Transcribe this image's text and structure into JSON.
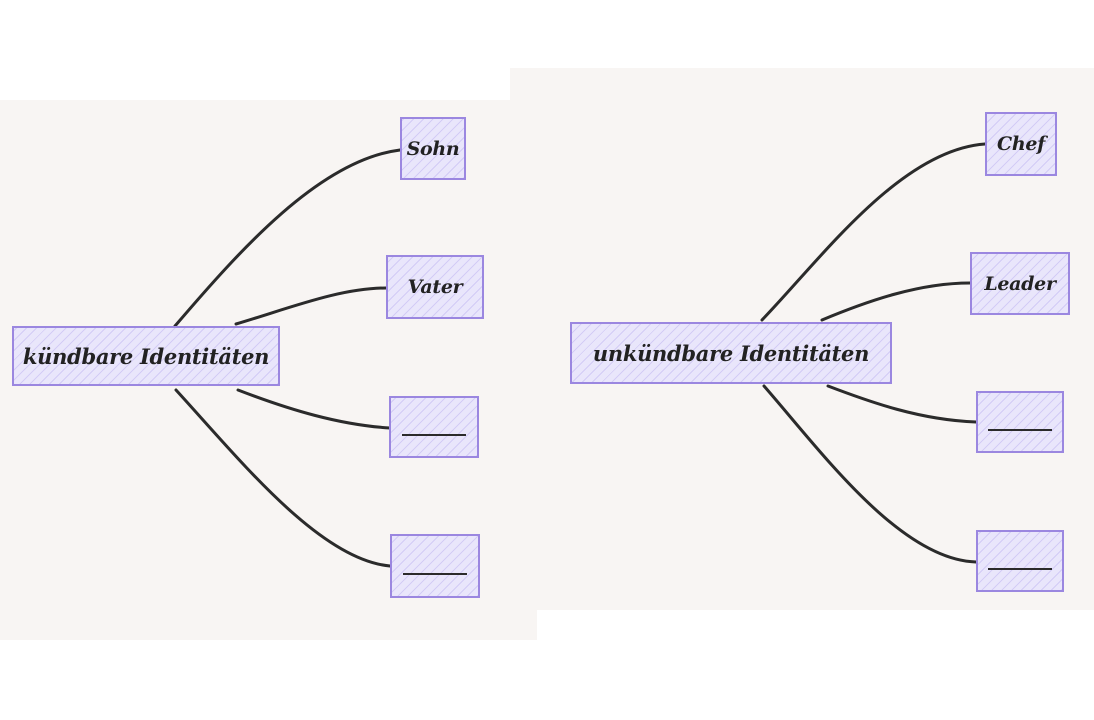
{
  "left_map": {
    "root": "kündbare Identitäten",
    "children": [
      "Sohn",
      "Vater",
      "",
      ""
    ]
  },
  "right_map": {
    "root": "unkündbare Identitäten",
    "children": [
      "Chef",
      "Leader",
      "",
      ""
    ]
  },
  "colors": {
    "panel_background": "#f8f5f3",
    "node_fill": "#e9e6fb",
    "node_border": "#9b87e0",
    "connector": "#2b2b2b"
  }
}
